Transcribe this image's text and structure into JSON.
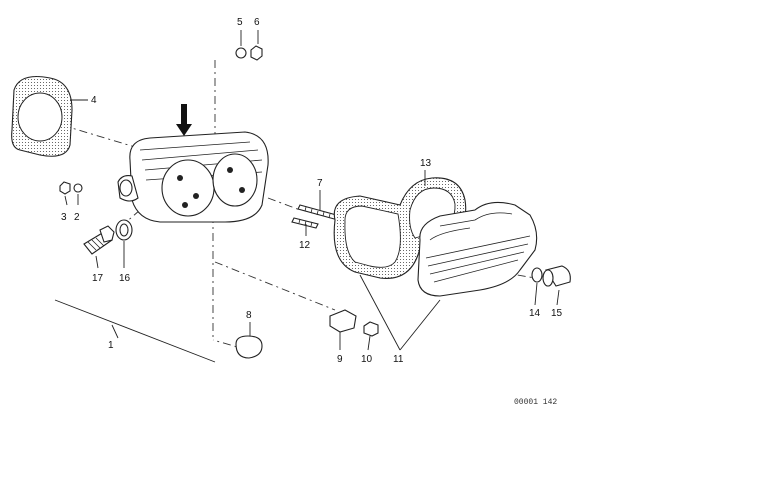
{
  "callouts": [
    "1",
    "2",
    "3",
    "4",
    "5",
    "6",
    "7",
    "8",
    "9",
    "10",
    "11",
    "12",
    "13",
    "14",
    "15",
    "16",
    "17"
  ],
  "diagram_number": "00001 142",
  "colors": {
    "ink": "#222222",
    "paper": "#ffffff"
  }
}
